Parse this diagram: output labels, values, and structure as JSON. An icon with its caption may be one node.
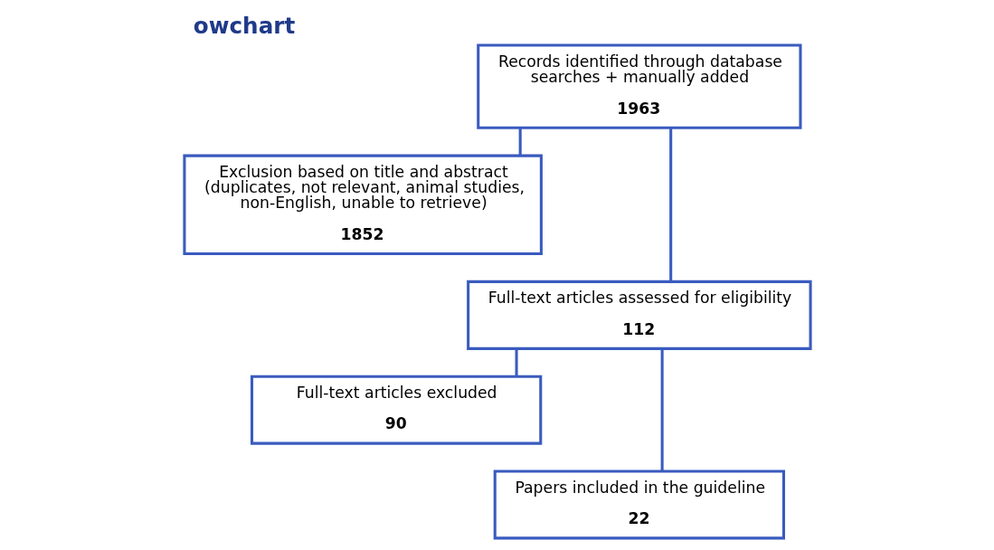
{
  "diagram": {
    "title": "owchart",
    "nodes": [
      {
        "text": [
          "Records identified through database searches + manually added",
          "1963"
        ]
      },
      {
        "text": [
          "Exclusion based on title and abstract (duplicates, not relevant, animal studies, non-English, unable to retrieve)",
          "1852"
        ]
      },
      {
        "text": [
          "Full-text articles assessed for eligibility",
          "112"
        ]
      },
      {
        "text": [
          "Full-text articles excluded",
          "90"
        ]
      },
      {
        "text": [
          "Papers included in the guideline",
          "22"
        ]
      }
    ],
    "edges": [
      {
        "from": 0,
        "to": 2,
        "arrow": "none"
      },
      {
        "from": 0,
        "to": 1,
        "arrow": "none"
      },
      {
        "from": 2,
        "to": 4,
        "arrow": "none"
      },
      {
        "from": 2,
        "to": 3,
        "arrow": "none"
      }
    ]
  }
}
